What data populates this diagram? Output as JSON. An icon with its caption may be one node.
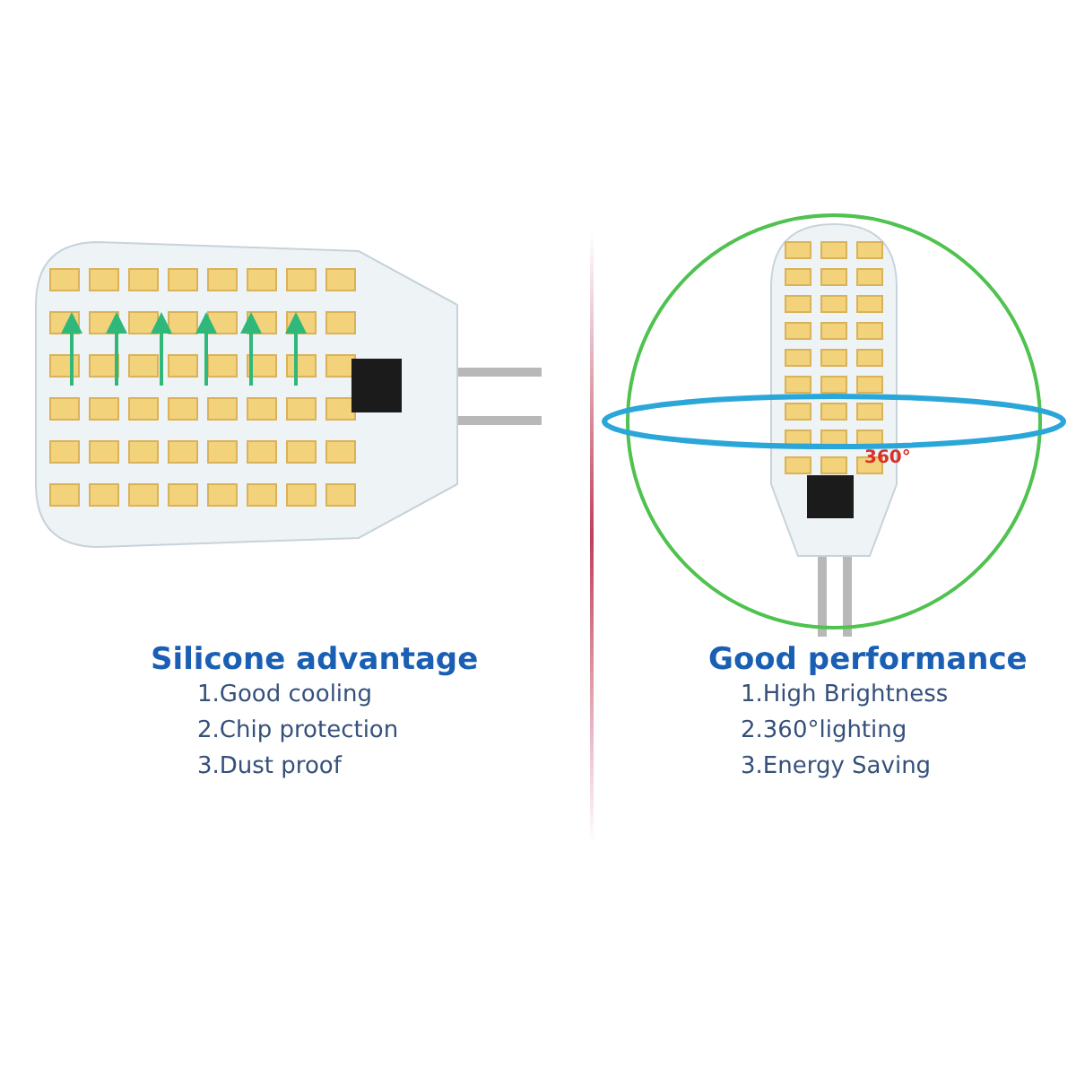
{
  "diagram": {
    "labels": [
      "360°",
      "Silicone advantage",
      "1.Good cooling",
      "2.Chip protection",
      "3.Dust proof",
      "Good performance",
      "1.High Brightness",
      "2.360°lighting",
      "3.Energy Saving"
    ]
  }
}
